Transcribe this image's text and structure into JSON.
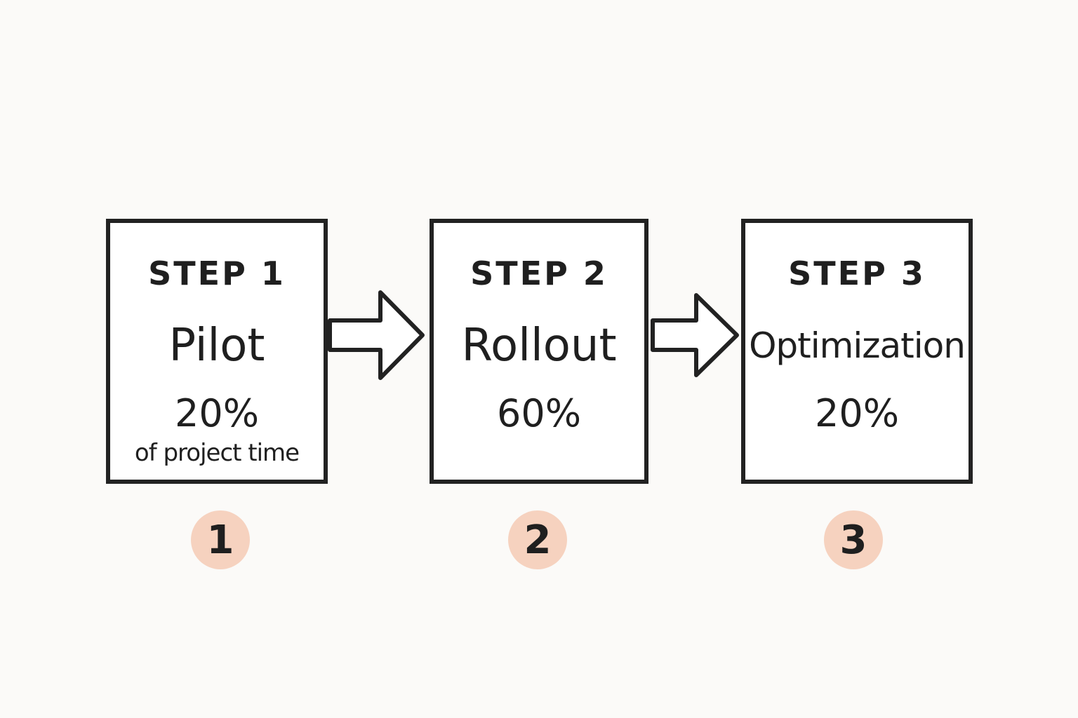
{
  "steps": [
    {
      "label": "STEP 1",
      "name": "Pilot",
      "percent": "20%",
      "note": "of project time",
      "badge": "1"
    },
    {
      "label": "STEP 2",
      "name": "Rollout",
      "percent": "60%",
      "note": "",
      "badge": "2"
    },
    {
      "label": "STEP 3",
      "name": "Optimization",
      "percent": "20%",
      "note": "",
      "badge": "3"
    }
  ],
  "colors": {
    "background": "#fbfaf8",
    "box_border": "#222222",
    "badge_fill": "#f6d2bf",
    "text": "#1f1f1f"
  },
  "icons": {
    "arrows": "right-arrow-icon"
  }
}
